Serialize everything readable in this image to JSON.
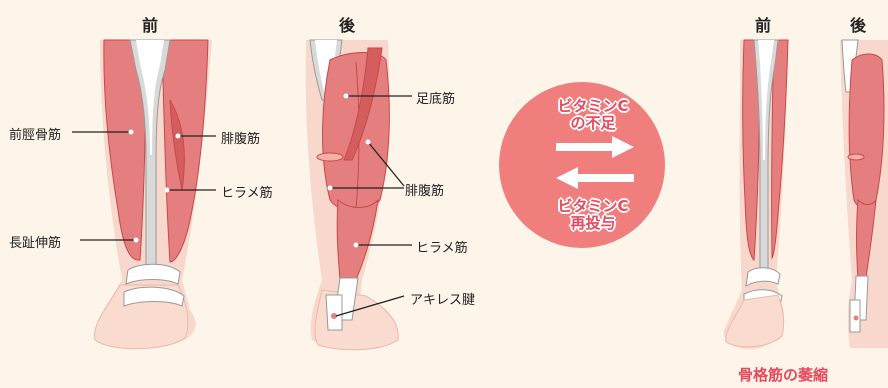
{
  "headers": {
    "left_front": "前",
    "left_back": "後",
    "right_front": "前",
    "right_back": "後"
  },
  "front_labels": {
    "tibialis_anterior": "前脛骨筋",
    "gastrocnemius": "腓腹筋",
    "soleus": "ヒラメ筋",
    "extensor_digitorum_longus": "長趾伸筋"
  },
  "back_labels": {
    "plantaris": "足底筋",
    "gastrocnemius": "腓腹筋",
    "soleus": "ヒラメ筋",
    "achilles_tendon": "アキレス腱"
  },
  "cycle": {
    "deficiency_line1": "ビタミンC",
    "deficiency_line2": "の不足",
    "readministration_line1": "ビタミンC",
    "readministration_line2": "再投与"
  },
  "atrophy_caption": "骨格筋の萎縮",
  "colors": {
    "muscle": "#e57f7f",
    "muscle_dark": "#c84848",
    "skin": "#f8d8cc",
    "tendon": "#ffffff",
    "bone": "#d9d9d9",
    "circle": "#ef7e7c",
    "accent_text": "#e8495e"
  }
}
